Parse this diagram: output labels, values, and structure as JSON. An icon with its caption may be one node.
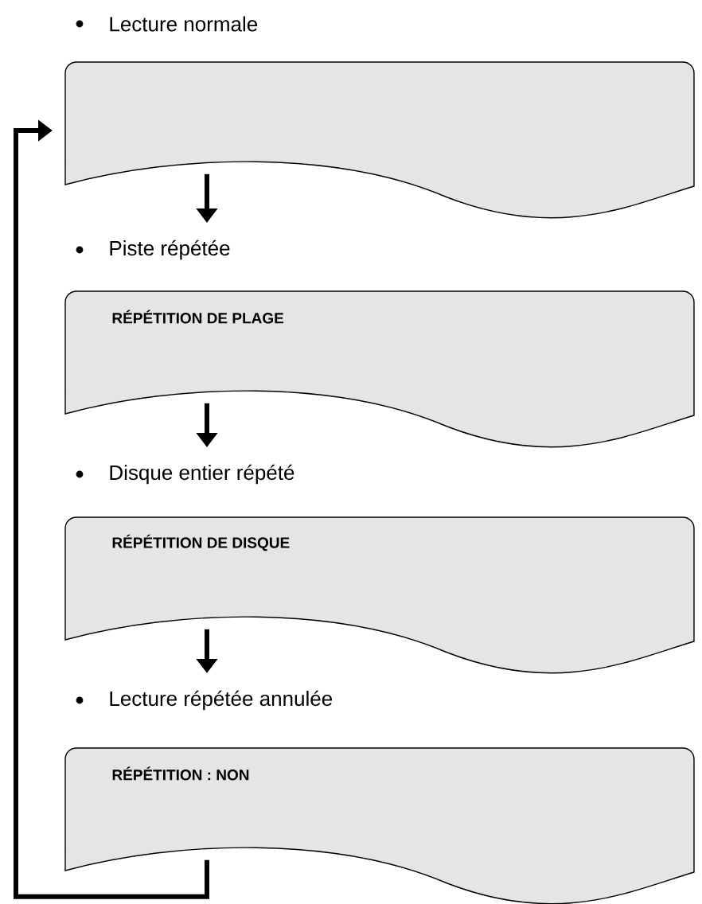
{
  "diagram": {
    "nodes": [
      {
        "text": [
          "Lecture normale"
        ]
      },
      {
        "text": [
          "Piste répétée",
          "RÉPÉTITION DE PLAGE"
        ]
      },
      {
        "text": [
          "Disque entier répété",
          "RÉPÉTITION DE DISQUE"
        ]
      },
      {
        "text": [
          "Lecture répétée annulée",
          "RÉPÉTITION : NON"
        ]
      }
    ],
    "edges": [
      {
        "from": 0,
        "to": 1,
        "arrow": "to"
      },
      {
        "from": 1,
        "to": 2,
        "arrow": "to"
      },
      {
        "from": 2,
        "to": 3,
        "arrow": "to"
      },
      {
        "from": 3,
        "to": 0,
        "arrow": "to"
      }
    ]
  }
}
